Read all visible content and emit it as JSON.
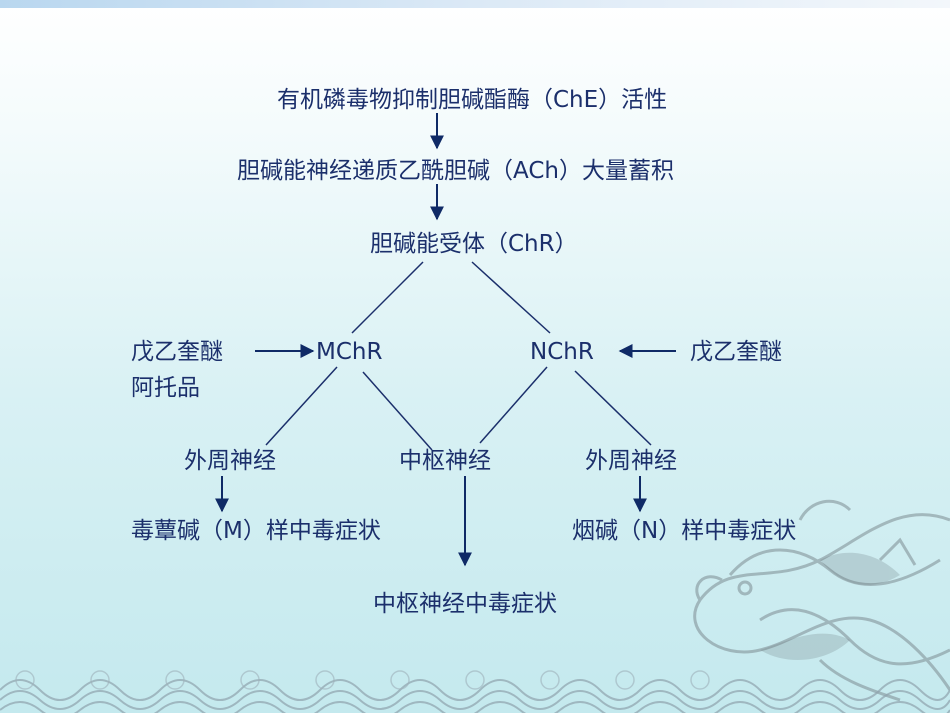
{
  "diagram": {
    "nodes": {
      "top": "有机磷毒物抑制胆碱酯酶（ChE）活性",
      "ach": "胆碱能神经递质乙酰胆碱（ACh）大量蓄积",
      "chr": "胆碱能受体（ChR）",
      "mchr": "MChR",
      "nchr": "NChR",
      "left_drugs_1": "戊乙奎醚",
      "left_drugs_2": "阿托品",
      "right_drug": "戊乙奎醚",
      "peripheral_left": "外周神经",
      "central": "中枢神经",
      "peripheral_right": "外周神经",
      "muscarinic_symptoms": "毒蕈碱（M）样中毒症状",
      "nicotinic_symptoms": "烟碱（N）样中毒症状",
      "central_symptoms": "中枢神经中毒症状"
    },
    "colors": {
      "text": "#1b2f6b",
      "line": "#1b2f6b",
      "arrow": "#0f2a66"
    }
  }
}
